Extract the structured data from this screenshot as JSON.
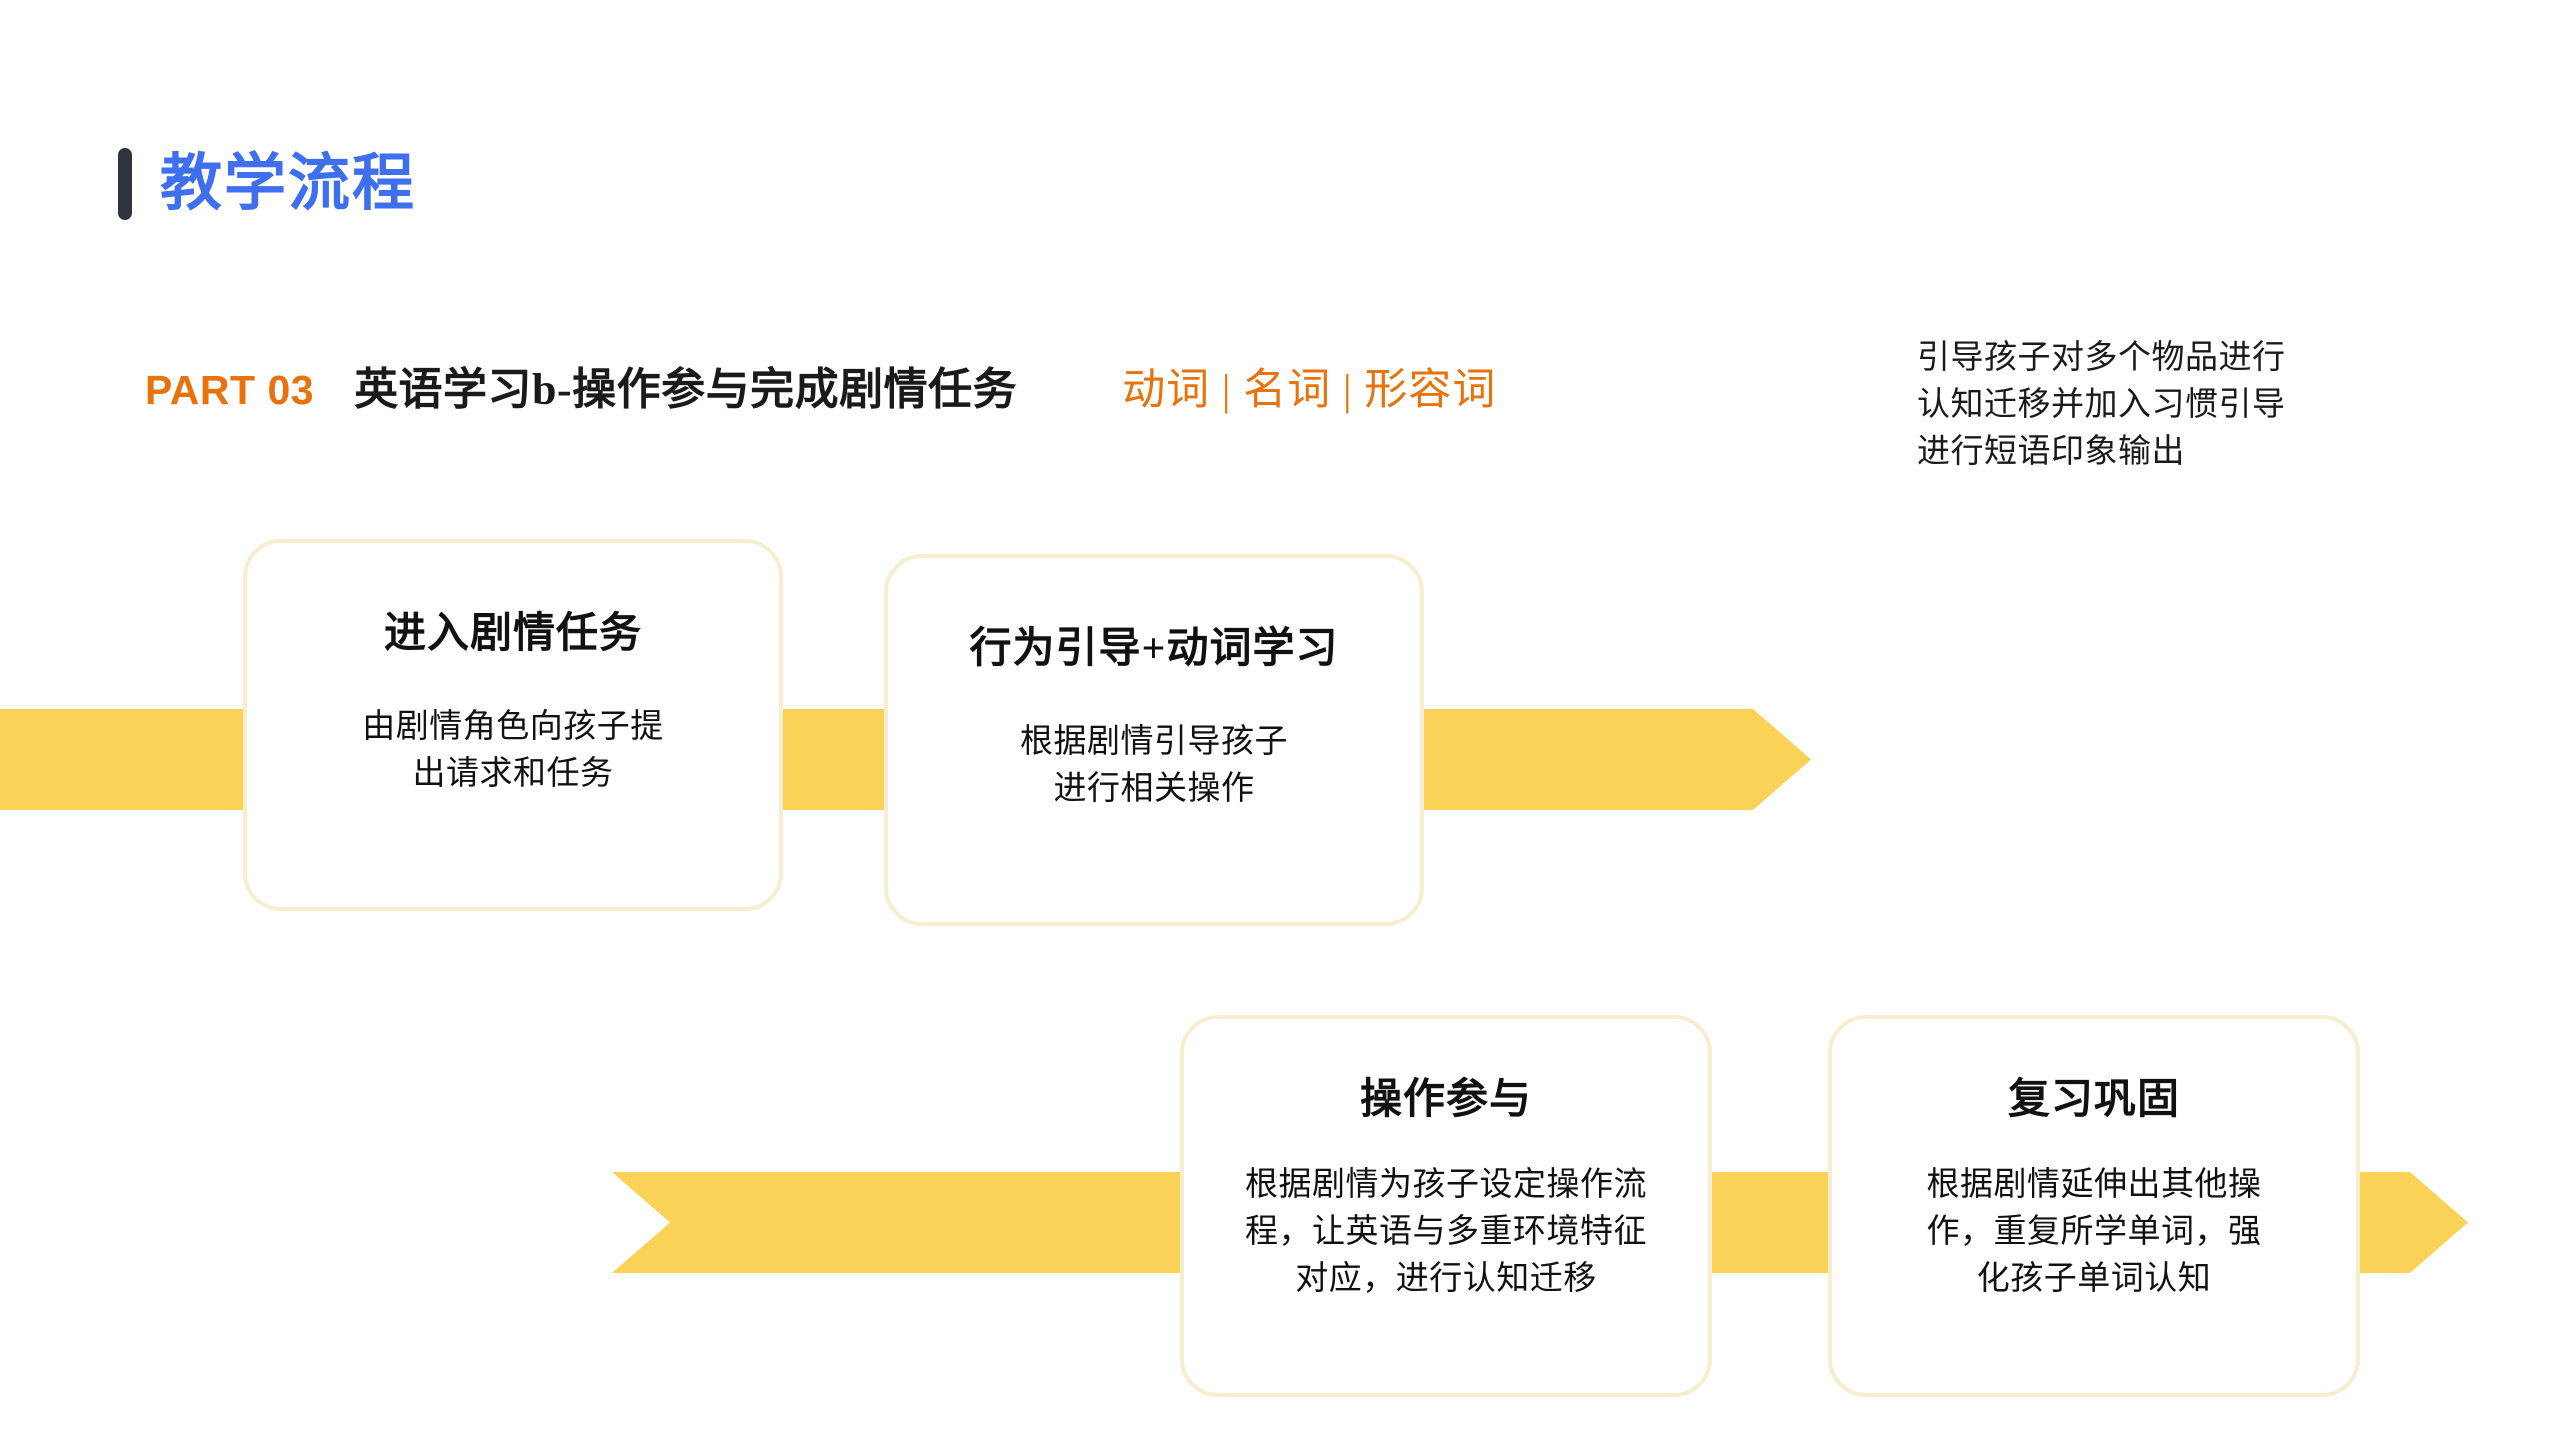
{
  "slide": {
    "title": "教学流程",
    "accent_bar_color": "#2e3440",
    "title_color": "#3d6fee"
  },
  "section_header": {
    "part_label": "PART 03",
    "title": "英语学习b-操作参与完成剧情任务",
    "tags": "动词 | 名词 | 形容词",
    "accent_color": "#e8730c"
  },
  "side_note": {
    "line1": "引导孩子对多个物品进行",
    "line2": "认知迁移并加入习惯引导",
    "line3": "进行短语印象输出"
  },
  "ribbons": {
    "color": "#f9d257",
    "top_arrow_direction": "right",
    "bottom_arrow_direction": "right"
  },
  "cards": [
    {
      "title": "进入剧情任务",
      "body_lines": [
        "由剧情角色向孩子提",
        "出请求和任务"
      ]
    },
    {
      "title": "行为引导+动词学习",
      "body_lines": [
        "根据剧情引导孩子",
        "进行相关操作"
      ]
    },
    {
      "title": "操作参与",
      "body_lines": [
        "根据剧情为孩子设定操作流",
        "程，让英语与多重环境特征",
        "对应，进行认知迁移"
      ]
    },
    {
      "title": "复习巩固",
      "body_lines": [
        "根据剧情延伸出其他操",
        "作，重复所学单词，强",
        "化孩子单词认知"
      ]
    }
  ],
  "card_border_color": "#f7edcf"
}
